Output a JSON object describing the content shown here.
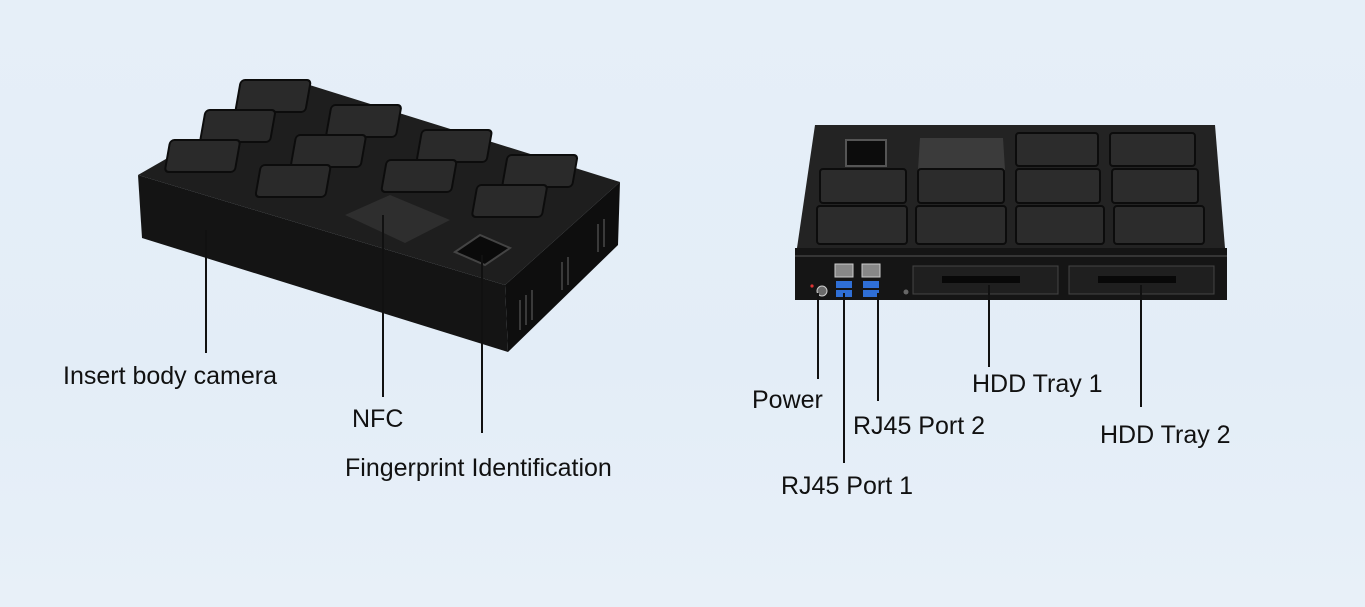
{
  "colors": {
    "background": "#e5eef8",
    "device_body": "#1c1c1c",
    "leader_line": "#111111",
    "port_blue": "#2f6fd6"
  },
  "left_device": {
    "labels": {
      "insert_body_camera": "Insert body camera",
      "nfc": "NFC",
      "fingerprint": "Fingerprint Identification"
    }
  },
  "right_device": {
    "labels": {
      "power": "Power",
      "rj45_port_1": "RJ45 Port 1",
      "rj45_port_2": "RJ45 Port 2",
      "hdd_tray_1": "HDD Tray 1",
      "hdd_tray_2": "HDD Tray 2"
    }
  }
}
